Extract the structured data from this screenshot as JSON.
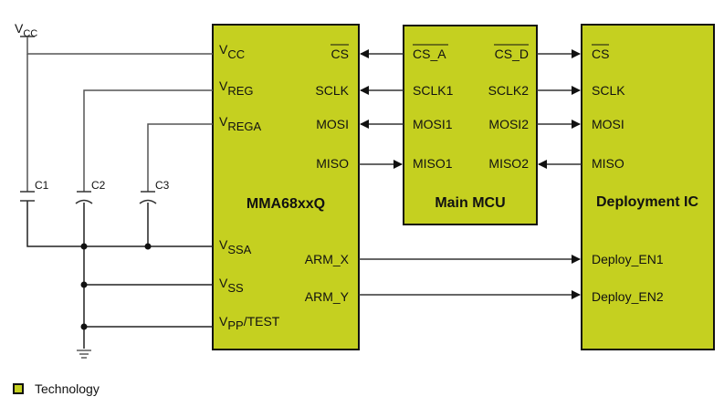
{
  "diagram": {
    "supply": {
      "label": "V",
      "sub": "CC"
    },
    "capacitors": [
      {
        "label": "C1"
      },
      {
        "label": "C2"
      },
      {
        "label": "C3"
      }
    ],
    "sensor": {
      "title": "MMA68xxQ",
      "left_pins": [
        {
          "main": "V",
          "sub": "CC"
        },
        {
          "main": "V",
          "sub": "REG"
        },
        {
          "main": "V",
          "sub": "REGA"
        },
        {
          "main": "V",
          "sub": "SSA"
        },
        {
          "main": "V",
          "sub": "SS"
        },
        {
          "main": "V",
          "sub": "PP",
          "suffix": "/TEST"
        }
      ],
      "right_pins": [
        "CS",
        "SCLK",
        "MOSI",
        "MISO",
        "ARM_X",
        "ARM_Y"
      ]
    },
    "mcu": {
      "title": "Main MCU",
      "left_pins": [
        "CS_A",
        "SCLK1",
        "MOSI1",
        "MISO1"
      ],
      "right_pins": [
        "CS_D",
        "SCLK2",
        "MOSI2",
        "MISO2"
      ]
    },
    "deploy": {
      "title": "Deployment IC",
      "pins": [
        "CS",
        "SCLK",
        "MOSI",
        "MISO",
        "Deploy_EN1",
        "Deploy_EN2"
      ]
    },
    "colors": {
      "block_fill": "#c5d020",
      "line": "#111111",
      "wire_gray": "#555555"
    }
  },
  "legend": {
    "label": "Technology"
  }
}
